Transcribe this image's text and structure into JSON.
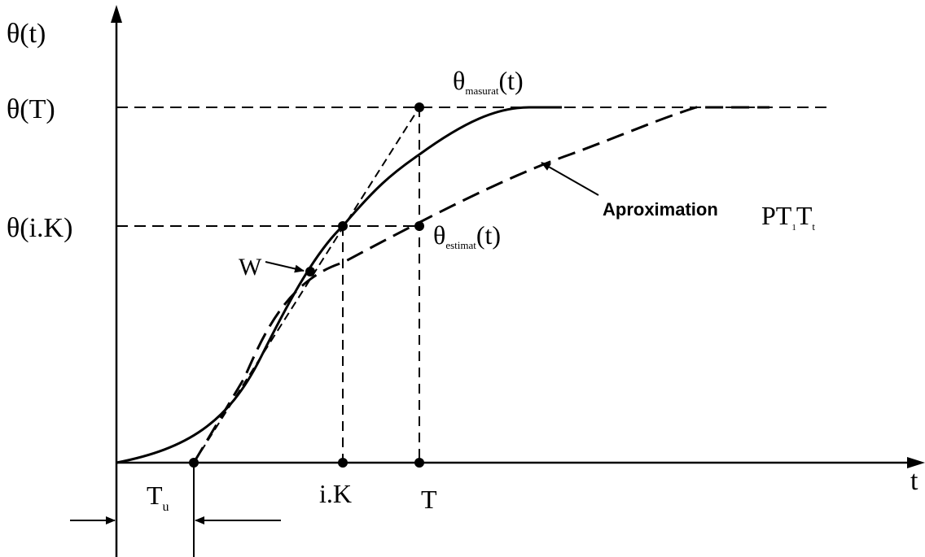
{
  "labels": {
    "y_axis": "θ(t)",
    "x_axis": "t",
    "theta_T": "θ(T)",
    "theta_iK": "θ(i.K)",
    "tu_main": "T",
    "tu_sub": "u",
    "iK": "i.K",
    "T": "T",
    "w": "W",
    "measured_main": "θ",
    "measured_sub": "masurat",
    "measured_tail": "(t)",
    "estimated_main": "θ",
    "estimated_sub": "estimat",
    "estimated_tail": "(t)",
    "approx_text": "Aproximation",
    "approx_p": "PT",
    "approx_sub1": "1",
    "approx_t": "T",
    "approx_sub2": "t"
  }
}
